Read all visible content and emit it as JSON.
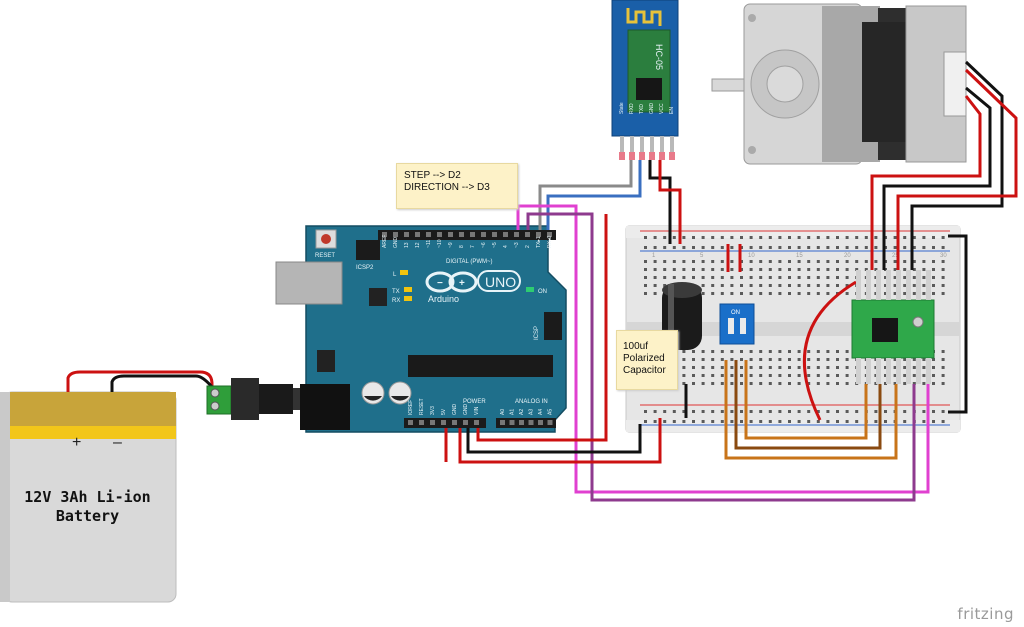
{
  "notes": {
    "wiring": [
      "STEP --> D2",
      "DIRECTION --> D3"
    ],
    "capacitor": [
      "100uf",
      "Polarized",
      "Capacitor"
    ]
  },
  "battery": {
    "lines": [
      "12V 3Ah Li-ion",
      "Battery"
    ],
    "plus": "+",
    "minus": "–"
  },
  "arduino": {
    "brand": "Arduino",
    "model": "UNO",
    "reset": "RESET",
    "icsp2": "ICSP2",
    "icsp": "ICSP",
    "led_l": "L",
    "led_tx": "TX",
    "led_rx": "RX",
    "on": "ON",
    "digital_label": "DIGITAL (PWM~)",
    "power_label": "POWER",
    "analog_label": "ANALOG IN",
    "digital_pins": [
      "AREF",
      "GND",
      "13",
      "12",
      "~11",
      "~10",
      "~9",
      "8",
      "7",
      "~6",
      "~5",
      "4",
      "~3",
      "2",
      "TX▸1",
      "RX◂0"
    ],
    "power_pins": [
      "IOREF",
      "RESET",
      "3V3",
      "5V",
      "GND",
      "GND",
      "VIN"
    ],
    "analog_pins": [
      "A0",
      "A1",
      "A2",
      "A3",
      "A4",
      "A5"
    ]
  },
  "hc05": {
    "name": "HC-05",
    "pins": [
      "State",
      "RXD",
      "TXD",
      "GND",
      "VCC",
      "EN"
    ]
  },
  "dip_switch": {
    "label": "ON"
  },
  "breadboard": {
    "col_numbers": [
      "1",
      "5",
      "10",
      "15",
      "20",
      "25",
      "30"
    ]
  },
  "watermark": "fritzing",
  "colors": {
    "arduino_board": "#1f6f8b",
    "breadboard": "#e8e8e8",
    "battery_gold": "#c9a83c",
    "battery_body": "#dcdcdc",
    "driver_pcb": "#2fa84a",
    "wire_red": "#cc1111",
    "wire_black": "#111111",
    "wire_magenta": "#e040d0",
    "wire_purple": "#8e3a8e",
    "wire_orange": "#c8741a",
    "wire_brown": "#8a4a10",
    "wire_gray": "#8a8a8a",
    "wire_blue": "#3a6fc0"
  }
}
